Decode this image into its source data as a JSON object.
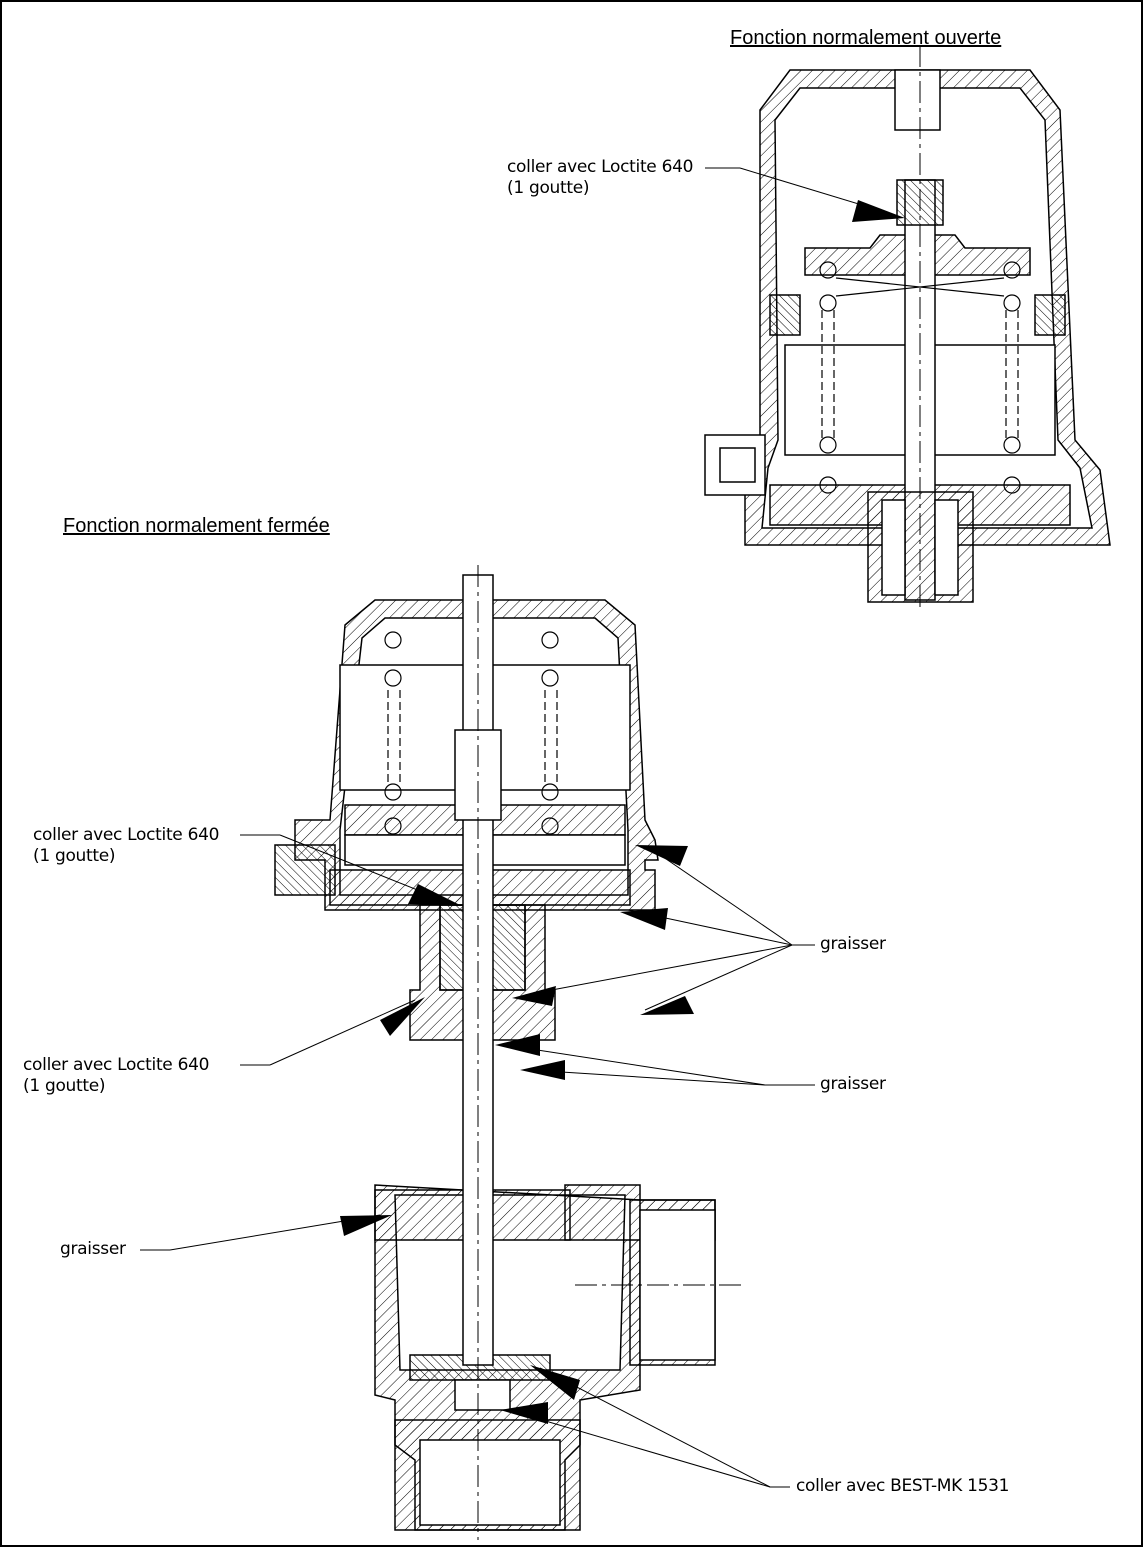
{
  "headings": {
    "normally_open": "Fonction normalement ouverte",
    "normally_closed": "Fonction normalement fermée"
  },
  "annotations": {
    "top_loctite_line1": "coller avec Loctite 640",
    "top_loctite_line2": "(1 goutte)",
    "mid_loctite_line1": "coller avec Loctite 640",
    "mid_loctite_line2": "(1 goutte)",
    "low_loctite_line1": "coller avec Loctite 640",
    "low_loctite_line2": "(1 goutte)",
    "grease_upper": "graisser",
    "grease_middle": "graisser",
    "grease_left": "graisser",
    "best_glue": "coller avec BEST-MK 1531"
  },
  "colors": {
    "ink": "#000000",
    "paper": "#ffffff"
  }
}
